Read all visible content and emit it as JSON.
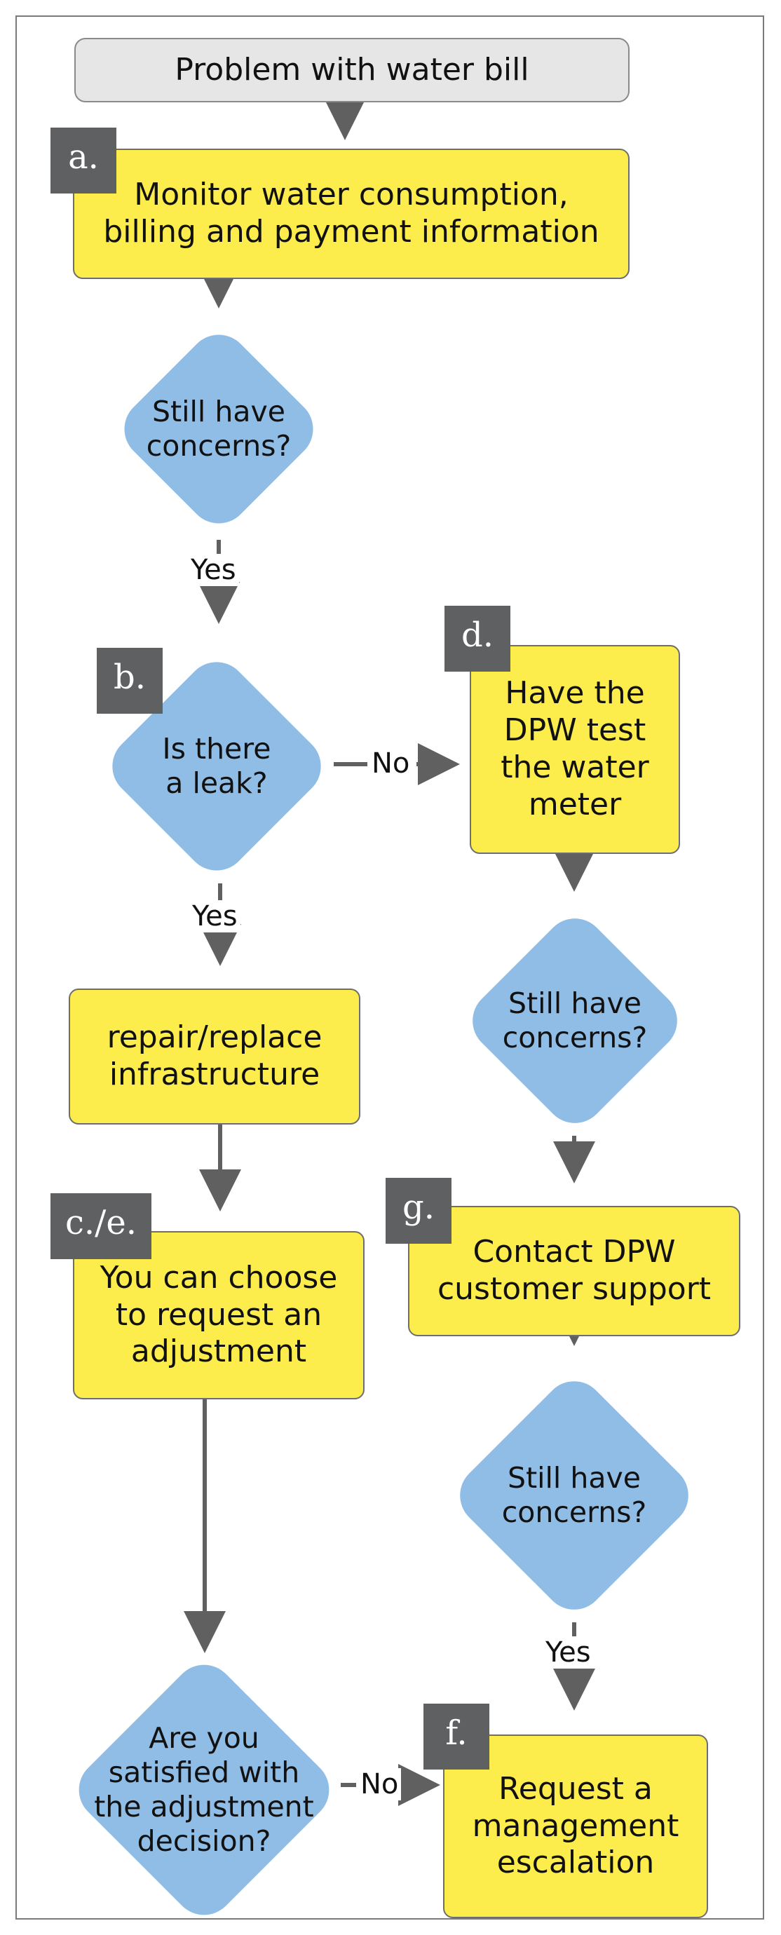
{
  "diagram": {
    "start": "Problem with water bill",
    "monitor": {
      "tag": "a.",
      "text": "Monitor water consumption,\nbilling and payment information"
    },
    "q_concerns_1": "Still have\nconcerns?",
    "leak": {
      "tag": "b.",
      "text": "Is there\na leak?"
    },
    "repair": "repair/replace\ninfrastructure",
    "adjust": {
      "tag": "c./e.",
      "text": "You can choose\nto request an\nadjustment"
    },
    "satisfied": "Are you\nsatisfied with\nthe adjustment\ndecision?",
    "test_meter": {
      "tag": "d.",
      "text": "Have the\nDPW test\nthe water\nmeter"
    },
    "q_concerns_2": "Still have\nconcerns?",
    "support": {
      "tag": "g.",
      "text": "Contact DPW\ncustomer support"
    },
    "q_concerns_3": "Still have\nconcerns?",
    "escalation": {
      "tag": "f.",
      "text": "Request a\nmanagement\nescalation"
    },
    "labels": {
      "yes": "Yes",
      "no": "No"
    },
    "colors": {
      "process": "#fcec4c",
      "decision": "#90bde6",
      "start": "#e6e6e6",
      "tag": "#5f6062",
      "arrow": "#606060"
    }
  }
}
